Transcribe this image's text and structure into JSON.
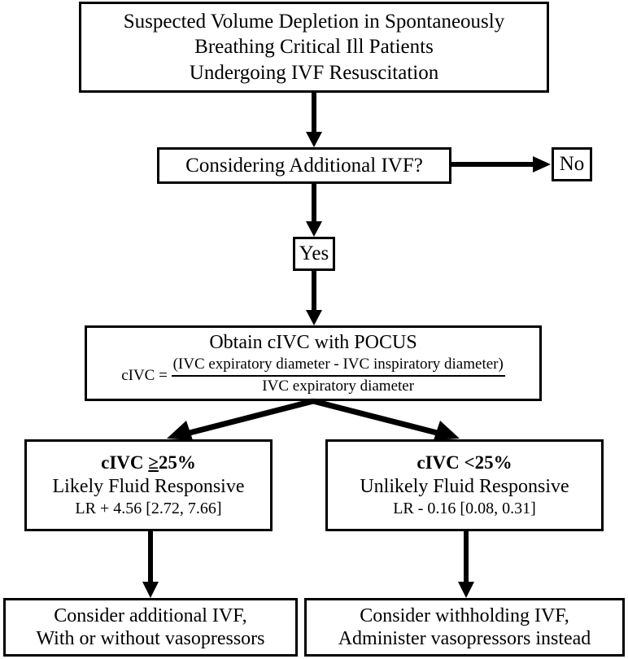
{
  "diagram": {
    "title": "cIVC POCUS fluid responsiveness decision algorithm",
    "nodes": {
      "suspected": {
        "lines": [
          "Suspected Volume Depletion in Spontaneously",
          "Breathing Critical Ill Patients",
          "Undergoing IVF Resuscitation"
        ]
      },
      "considering": {
        "label": "Considering Additional IVF?"
      },
      "no": {
        "label": "No"
      },
      "yes": {
        "label": "Yes"
      },
      "civc": {
        "title": "Obtain cIVC with POCUS",
        "formula_lhs": "cIVC = ",
        "formula_numerator": "(IVC expiratory diameter - IVC inspiratory diameter)",
        "formula_denominator": "IVC expiratory diameter"
      },
      "left_branch": {
        "head_prefix": "cIVC ",
        "head_symbol": "≥",
        "head_suffix": "25%",
        "subtitle": "Likely Fluid Responsive",
        "lr": "LR + 4.56 [2.72, 7.66]"
      },
      "right_branch": {
        "head": "cIVC <25%",
        "subtitle": "Unlikely Fluid Responsive",
        "lr": "LR - 0.16 [0.08, 0.31]"
      },
      "bottom_left": {
        "lines": [
          "Consider additional IVF,",
          "With or without vasopressors"
        ]
      },
      "bottom_right": {
        "lines": [
          "Consider withholding IVF,",
          "Administer vasopressors instead"
        ]
      }
    },
    "edges": [
      {
        "name": "suspected-to-considering",
        "kind": "arrow-down"
      },
      {
        "name": "considering-to-no",
        "kind": "arrow-right"
      },
      {
        "name": "considering-to-yes",
        "kind": "arrow-down"
      },
      {
        "name": "yes-to-civc",
        "kind": "arrow-down"
      },
      {
        "name": "civc-to-left-branch",
        "kind": "arrow-diagonal-left"
      },
      {
        "name": "civc-to-right-branch",
        "kind": "arrow-diagonal-right"
      },
      {
        "name": "left-branch-to-bottom-left",
        "kind": "arrow-down"
      },
      {
        "name": "right-branch-to-bottom-right",
        "kind": "arrow-down"
      }
    ],
    "colors": {
      "stroke": "#000000",
      "background": "#ffffff",
      "text": "#000000"
    }
  }
}
